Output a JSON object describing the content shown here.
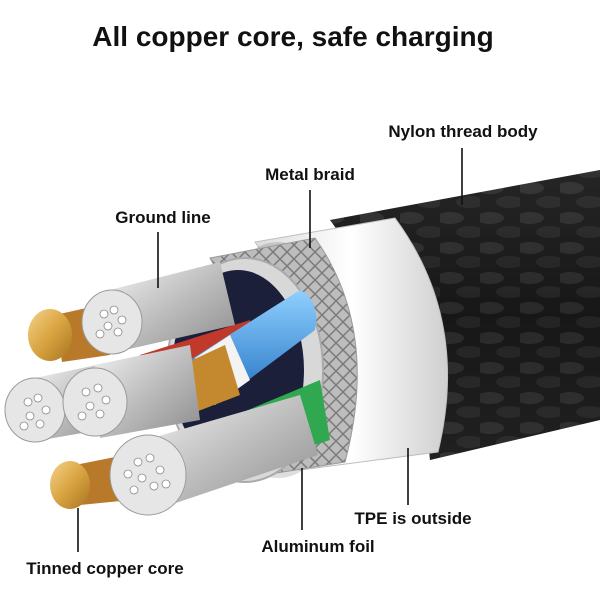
{
  "diagram": {
    "title": "All copper core, safe charging",
    "labels": {
      "nylon": "Nylon thread body",
      "braid": "Metal braid",
      "ground": "Ground line",
      "tpe": "TPE is outside",
      "foil": "Aluminum foil",
      "core": "Tinned copper core"
    }
  },
  "colors": {
    "jacket": "#1a1a1a",
    "tpe": "#f2f2f2",
    "braid": "#c8c8c8",
    "copper": "#d9a441",
    "blue_wire": "#2f8fe0",
    "green_wire": "#2fa84f",
    "red_wire": "#c0392b",
    "strand": "#d6d6d6"
  }
}
